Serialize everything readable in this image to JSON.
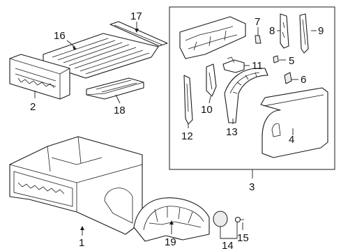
{
  "callouts": {
    "c1": "1",
    "c2": "2",
    "c3": "3",
    "c4": "4",
    "c5": "5",
    "c6": "6",
    "c7": "7",
    "c8": "8",
    "c9": "9",
    "c10": "10",
    "c11": "11",
    "c12": "12",
    "c13": "13",
    "c14": "14",
    "c15": "15",
    "c16": "16",
    "c17": "17",
    "c18": "18",
    "c19": "19"
  },
  "colors": {
    "line": "#1a1a1a",
    "background": "#ffffff",
    "shade": "#ececec"
  }
}
